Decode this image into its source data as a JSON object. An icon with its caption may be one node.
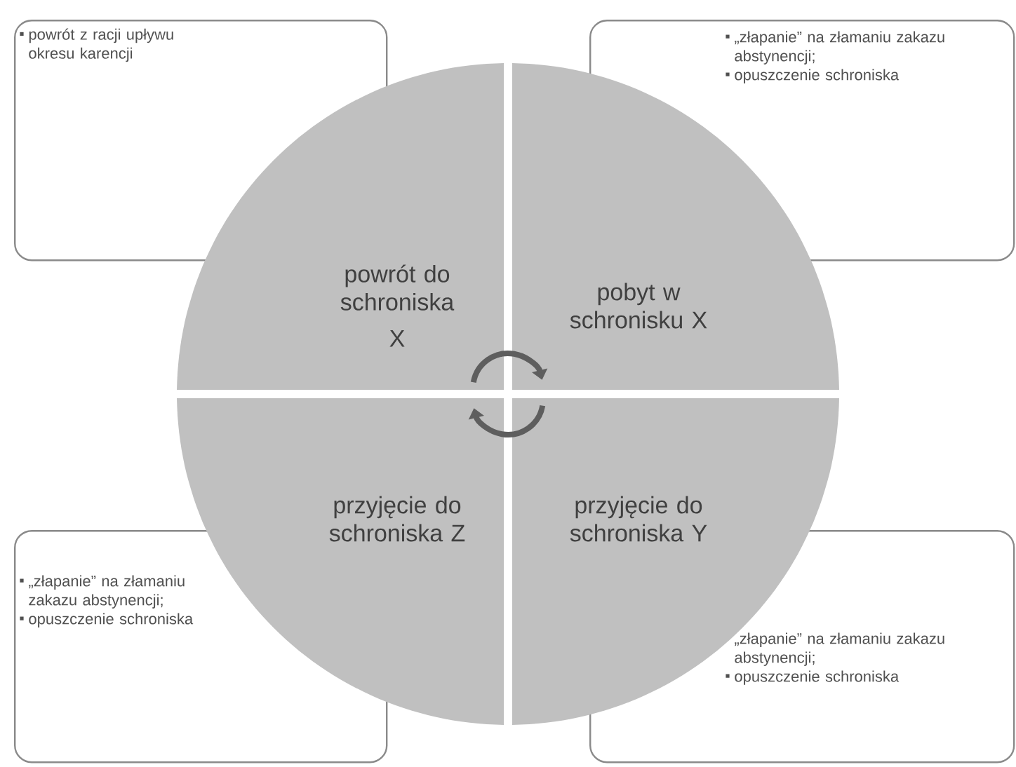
{
  "diagram": {
    "nodes": [
      {
        "text": [
          "powrót z racji upływu okresu karencji"
        ]
      },
      {
        "text": [
          "„złapanie” na złamaniu zakazu abstynencji;",
          "opuszczenie schroniska"
        ]
      },
      {
        "text": [
          "powrót do schroniska",
          "X"
        ]
      },
      {
        "text": [
          "pobyt w schronisku X"
        ]
      },
      {
        "text": [
          "przyjęcie do schroniska Z"
        ]
      },
      {
        "text": [
          "przyjęcie do schroniska Y"
        ]
      },
      {
        "text": [
          "„złapanie” na złamaniu zakazu abstynencji;",
          "opuszczenie schroniska"
        ]
      },
      {
        "text": [
          "„złapanie” na złamaniu zakazu abstynencji;",
          "opuszczenie schroniska"
        ]
      }
    ],
    "edges": [
      {
        "from": 2,
        "to": 3,
        "arrow": "to"
      },
      {
        "from": 5,
        "to": 4,
        "arrow": "to"
      }
    ]
  }
}
